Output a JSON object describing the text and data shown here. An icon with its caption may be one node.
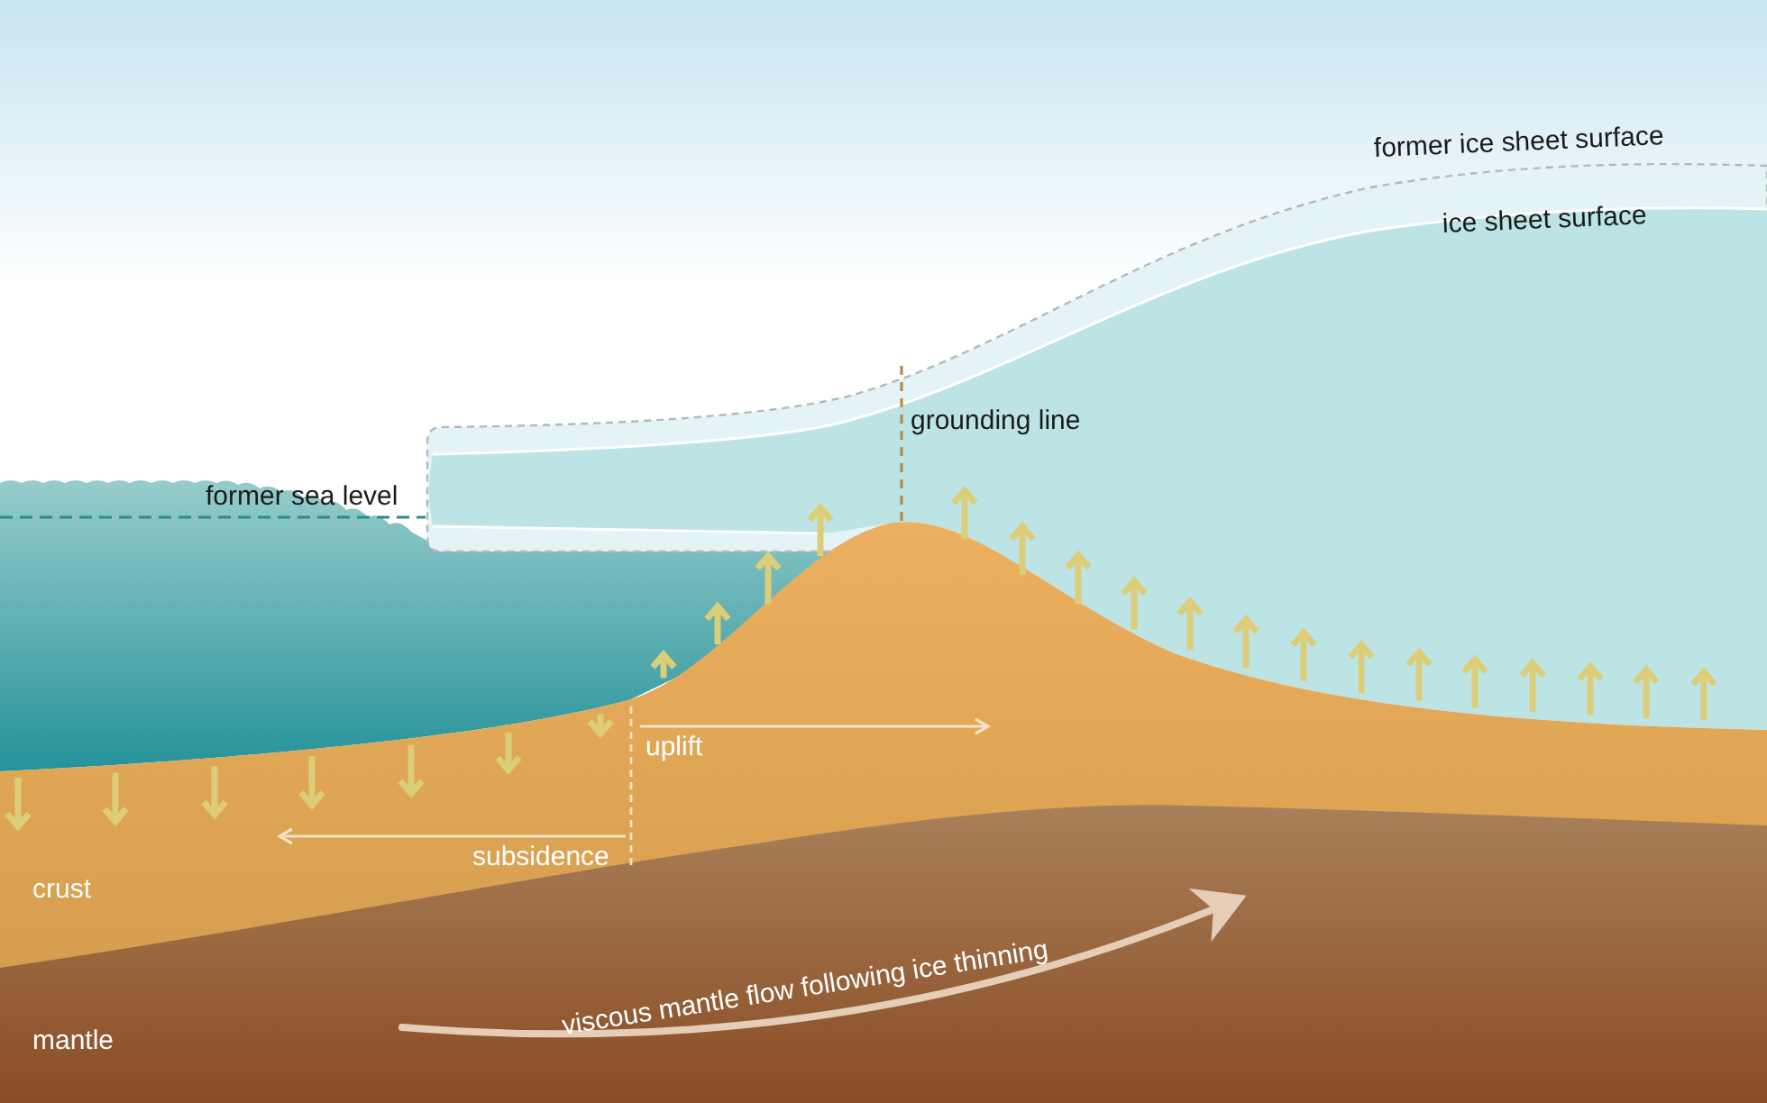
{
  "diagram": {
    "labels": [
      "former ice sheet surface",
      "ice sheet surface",
      "grounding line",
      "former sea level",
      "uplift",
      "subsidence",
      "crust",
      "viscous mantle flow following ice thinning",
      "mantle"
    ]
  }
}
